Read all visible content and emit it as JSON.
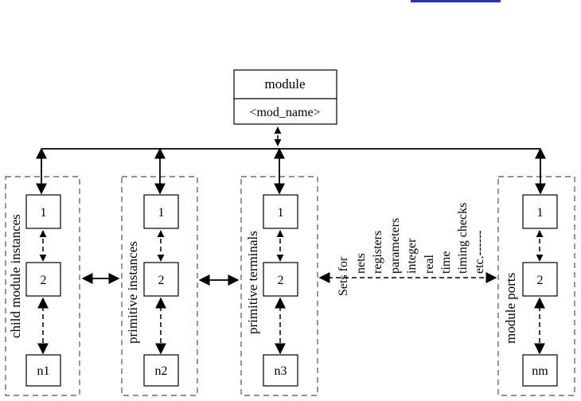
{
  "header_link": {
    "color": "#2e2ec8"
  },
  "module": {
    "title": "module",
    "name": "<mod_name>"
  },
  "groups": [
    {
      "label": "child module instances",
      "items": [
        "1",
        "2",
        "n1"
      ]
    },
    {
      "label": "primitive instances",
      "items": [
        "1",
        "2",
        "n2"
      ]
    },
    {
      "label": "primitive terminals",
      "items": [
        "1",
        "2",
        "n3"
      ]
    },
    {
      "label": "module ports",
      "items": [
        "1",
        "2",
        "nm"
      ]
    }
  ],
  "sets": [
    "Sets for",
    "nets",
    "registers",
    "parameters",
    "integer",
    "real",
    "time",
    "timing checks",
    "etc.------"
  ]
}
